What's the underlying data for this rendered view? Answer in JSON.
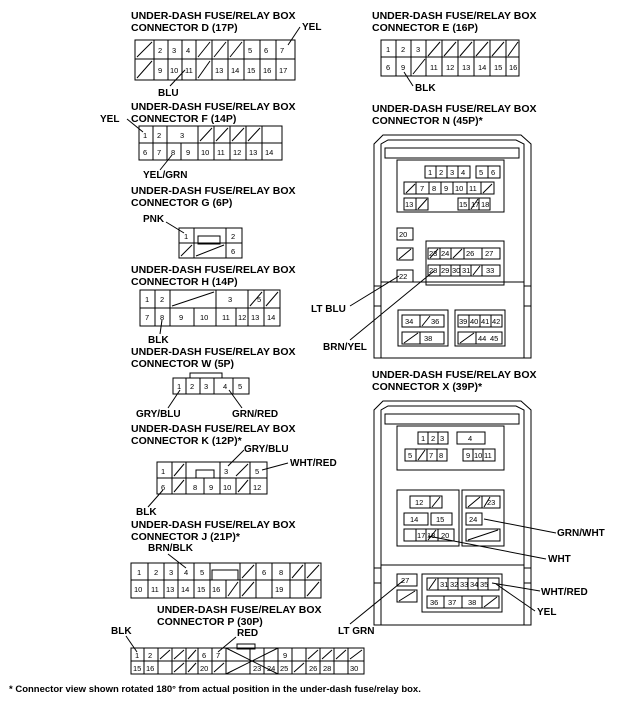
{
  "connectors": {
    "d": {
      "title1": "UNDER-DASH FUSE/RELAY BOX",
      "title2": "CONNECTOR D (17P)",
      "pins": [
        "2",
        "3",
        "4",
        "5",
        "6",
        "7",
        "9",
        "10",
        "11",
        "13",
        "14",
        "15",
        "16",
        "17"
      ],
      "wires": [
        "YEL",
        "BLU"
      ]
    },
    "e": {
      "title1": "UNDER-DASH FUSE/RELAY BOX",
      "title2": "CONNECTOR E (16P)",
      "pins": [
        "1",
        "2",
        "3",
        "6",
        "9",
        "11",
        "12",
        "13",
        "14",
        "15",
        "16"
      ],
      "wires": [
        "BLK"
      ]
    },
    "f": {
      "title1": "UNDER-DASH FUSE/RELAY BOX",
      "title2": "CONNECTOR F (14P)",
      "pins": [
        "1",
        "2",
        "3",
        "6",
        "7",
        "8",
        "9",
        "10",
        "11",
        "12",
        "13",
        "14"
      ],
      "wires": [
        "YEL",
        "YEL/GRN"
      ]
    },
    "g": {
      "title1": "UNDER-DASH FUSE/RELAY BOX",
      "title2": "CONNECTOR G (6P)",
      "pins": [
        "1",
        "2",
        "6"
      ],
      "wires": [
        "PNK"
      ]
    },
    "h": {
      "title1": "UNDER-DASH FUSE/RELAY BOX",
      "title2": "CONNECTOR H (14P)",
      "pins": [
        "1",
        "2",
        "3",
        "5",
        "7",
        "8",
        "9",
        "10",
        "11",
        "12",
        "13",
        "14"
      ],
      "wires": [
        "BLK"
      ]
    },
    "w": {
      "title1": "UNDER-DASH FUSE/RELAY BOX",
      "title2": "CONNECTOR W (5P)",
      "pins": [
        "1",
        "2",
        "3",
        "4",
        "5"
      ],
      "wires": [
        "GRY/BLU",
        "GRN/RED"
      ]
    },
    "k": {
      "title1": "UNDER-DASH FUSE/RELAY BOX",
      "title2": "CONNECTOR K (12P)*",
      "pins": [
        "1",
        "3",
        "5",
        "6",
        "8",
        "9",
        "10",
        "12"
      ],
      "wires": [
        "GRY/BLU",
        "WHT/RED",
        "BLK"
      ]
    },
    "j": {
      "title1": "UNDER-DASH FUSE/RELAY BOX",
      "title2": "CONNECTOR J (21P)*",
      "pins": [
        "1",
        "2",
        "3",
        "4",
        "5",
        "6",
        "8",
        "10",
        "11",
        "13",
        "14",
        "15",
        "16",
        "19"
      ],
      "wires": [
        "BRN/BLK"
      ]
    },
    "p": {
      "title1": "UNDER-DASH FUSE/RELAY BOX",
      "title2": "CONNECTOR P (30P)",
      "pins": [
        "1",
        "2",
        "6",
        "7",
        "9",
        "15",
        "16",
        "20",
        "23",
        "24",
        "25",
        "26",
        "28",
        "30"
      ],
      "wires": [
        "BLK",
        "RED"
      ]
    },
    "n": {
      "title1": "UNDER-DASH FUSE/RELAY BOX",
      "title2": "CONNECTOR N (45P)*",
      "pins": [
        "1",
        "2",
        "3",
        "4",
        "5",
        "6",
        "7",
        "8",
        "9",
        "10",
        "11",
        "13",
        "15",
        "17",
        "18",
        "20",
        "22",
        "23",
        "24",
        "26",
        "27",
        "28",
        "29",
        "30",
        "31",
        "33",
        "34",
        "36",
        "38",
        "39",
        "40",
        "41",
        "42",
        "44",
        "45"
      ],
      "wires": [
        "LT BLU",
        "BRN/YEL"
      ]
    },
    "x": {
      "title1": "UNDER-DASH FUSE/RELAY BOX",
      "title2": "CONNECTOR X (39P)*",
      "pins": [
        "1",
        "2",
        "3",
        "4",
        "5",
        "7",
        "8",
        "9",
        "10",
        "11",
        "12",
        "14",
        "15",
        "17",
        "18",
        "20",
        "23",
        "24",
        "27",
        "31",
        "32",
        "33",
        "34",
        "35",
        "36",
        "37",
        "38"
      ],
      "wires": [
        "GRN/WHT",
        "WHT",
        "WHT/RED",
        "YEL",
        "LT GRN"
      ]
    }
  },
  "footnote": "* Connector view shown rotated 180° from actual position in the under-dash fuse/relay box."
}
